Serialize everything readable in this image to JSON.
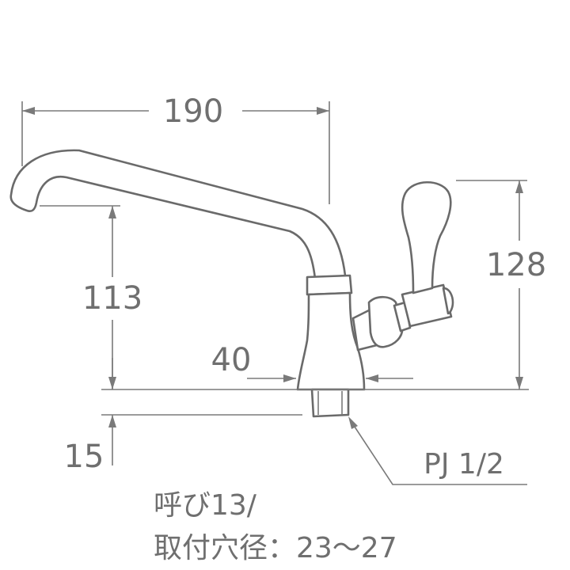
{
  "dimensions": {
    "spout_reach": "190",
    "spout_height": "113",
    "handle_height": "128",
    "body_width": "40",
    "thread_length": "15"
  },
  "labels": {
    "connection": "PJ 1/2"
  },
  "notes": {
    "nominal_size": "呼び13/",
    "mounting_hole": "取付穴径：23～27"
  },
  "colors": {
    "line": "#7a7a7a",
    "text": "#6f6f6f",
    "background": "#ffffff"
  }
}
